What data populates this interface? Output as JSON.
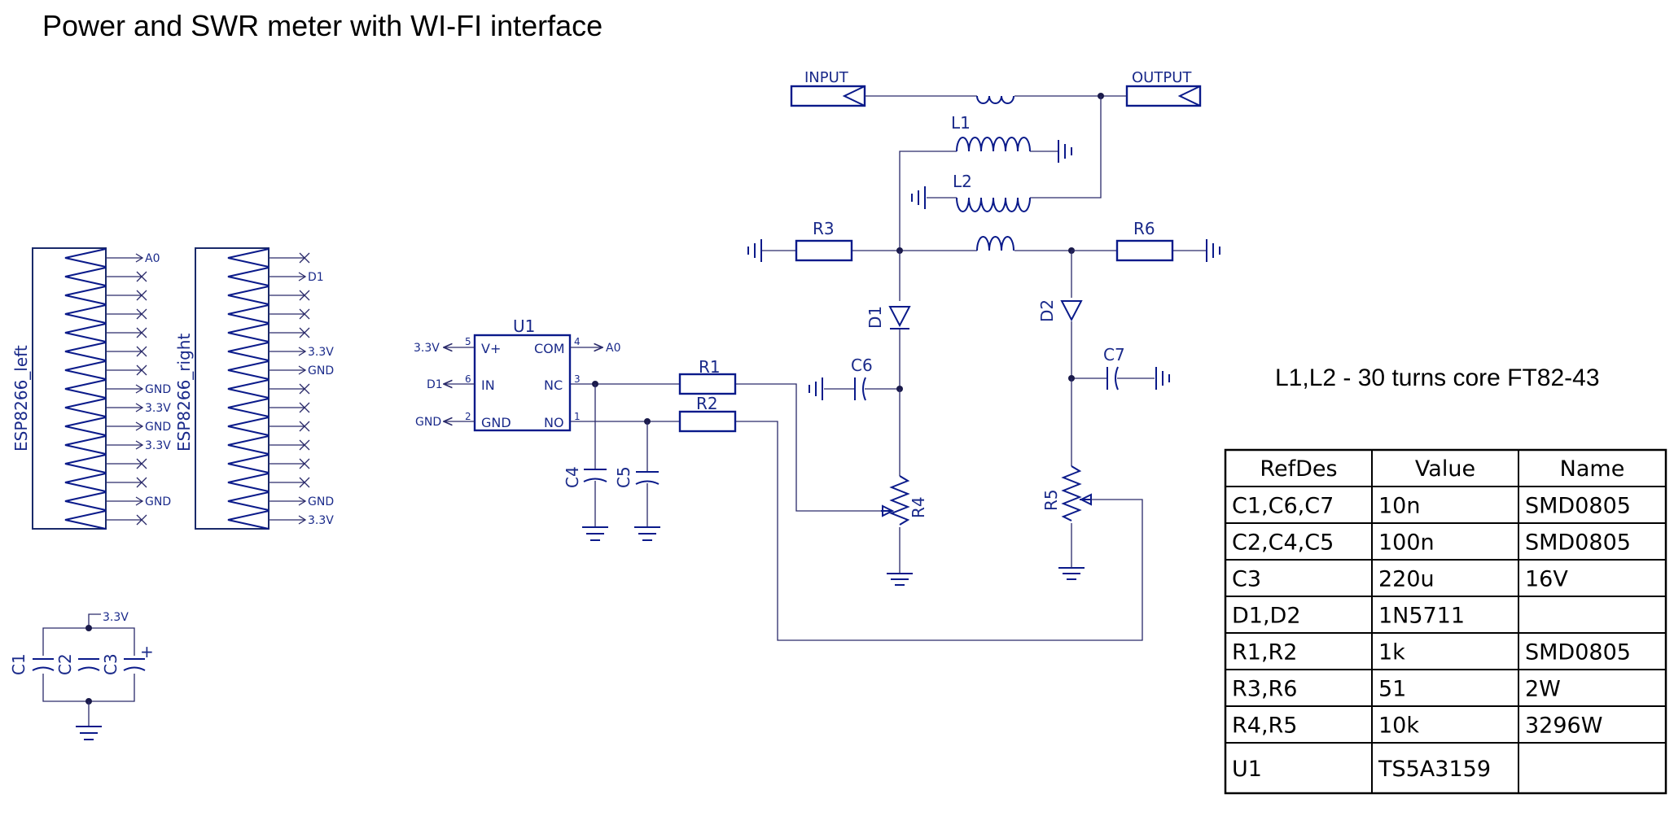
{
  "title": "Power and SWR meter with WI-FI interface",
  "ports": {
    "input": "INPUT",
    "output": "OUTPUT"
  },
  "components": {
    "L1": "L1",
    "L2": "L2",
    "R1": "R1",
    "R2": "R2",
    "R3": "R3",
    "R4": "R4",
    "R5": "R5",
    "R6": "R6",
    "C1": "C1",
    "C2": "C2",
    "C3": "C3",
    "C4": "C4",
    "C5": "C5",
    "C6": "C6",
    "C7": "C7",
    "D1": "D1",
    "D2": "D2",
    "U1": "U1"
  },
  "u1": {
    "pin_names": {
      "vplus": "V+",
      "in": "IN",
      "gnd": "GND",
      "com": "COM",
      "nc": "NC",
      "no": "NO"
    },
    "pin_numbers": {
      "vplus": "5",
      "in": "6",
      "gnd": "2",
      "com": "4",
      "nc": "3",
      "no": "1"
    },
    "nets": {
      "vplus": "3.3V",
      "in": "D1",
      "gnd": "GND",
      "com": "A0"
    }
  },
  "connectors": {
    "left": {
      "name": "ESP8266_left",
      "nets": [
        "A0",
        "",
        "",
        "",
        "",
        "",
        "",
        "GND",
        "3.3V",
        "GND",
        "3.3V",
        "",
        "",
        "GND",
        ""
      ]
    },
    "right": {
      "name": "ESP8266_right",
      "nets": [
        "",
        "D1",
        "",
        "",
        "",
        "3.3V",
        "GND",
        "",
        "",
        "",
        "",
        "",
        "",
        "GND",
        "3.3V"
      ]
    }
  },
  "cap_net": "3.3V",
  "c3_polarity": "+",
  "note": "L1,L2 - 30 turns core FT82-43",
  "bom": {
    "headers": [
      "RefDes",
      "Value",
      "Name"
    ],
    "rows": [
      [
        "C1,C6,C7",
        "10n",
        "SMD0805"
      ],
      [
        "C2,C4,C5",
        "100n",
        "SMD0805"
      ],
      [
        "C3",
        "220u",
        "16V"
      ],
      [
        "D1,D2",
        "1N5711",
        ""
      ],
      [
        "R1,R2",
        "1k",
        "SMD0805"
      ],
      [
        "R3,R6",
        "51",
        "2W"
      ],
      [
        "R4,R5",
        "10k",
        "3296W"
      ],
      [
        "U1",
        "TS5A3159",
        ""
      ]
    ]
  },
  "colors": {
    "component": "#0a1a8a",
    "wire": "#2a2a6a",
    "text": "#000000"
  }
}
